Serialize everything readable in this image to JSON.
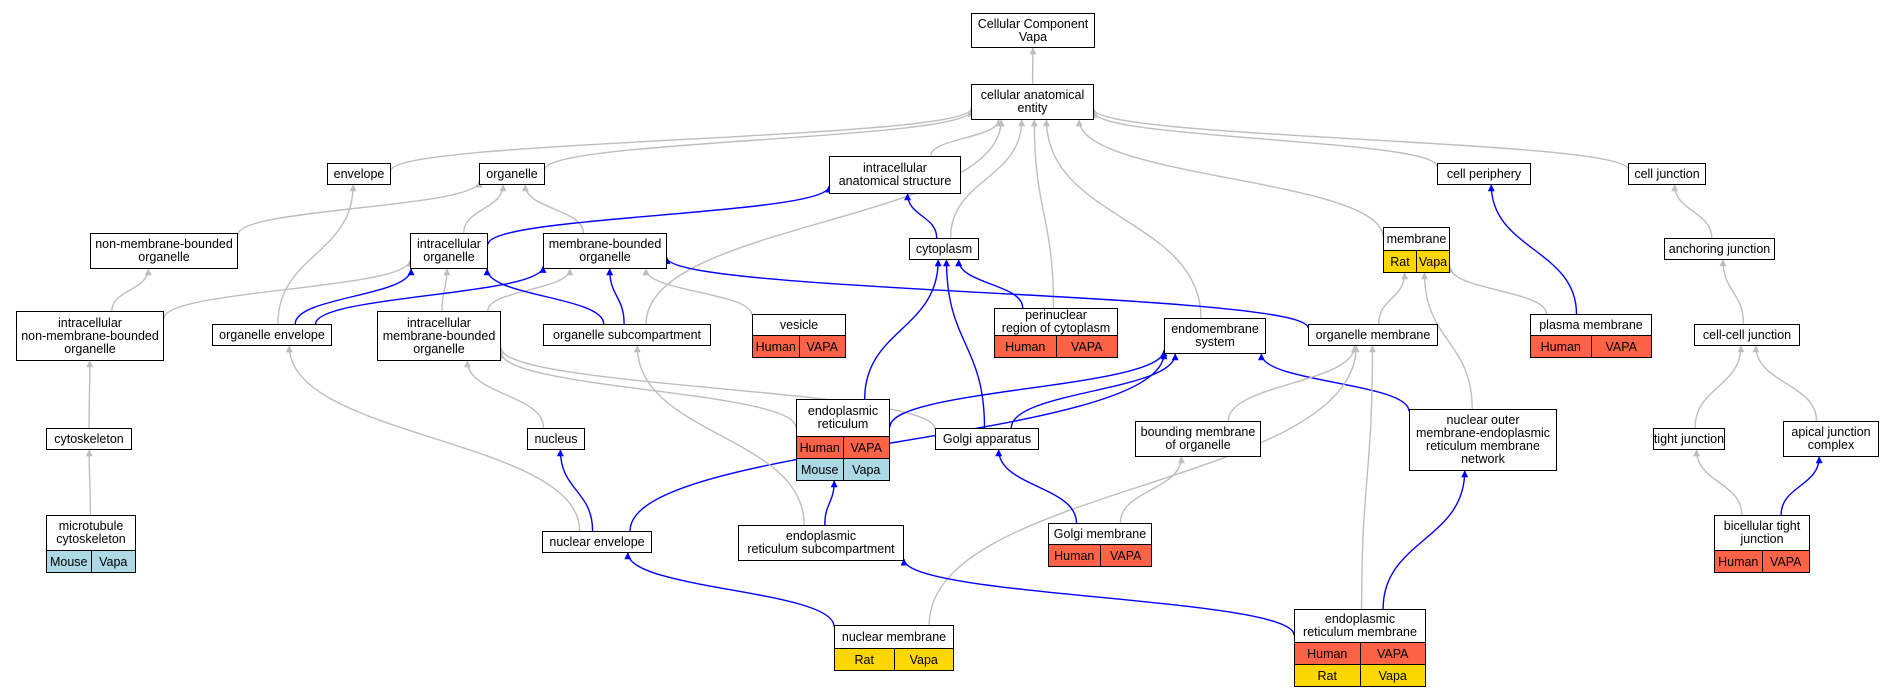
{
  "colors": {
    "human": "#ff6347",
    "mouse": "#add8e6",
    "rat": "#ffd700",
    "is_a_edge": "#bebebe",
    "part_of_edge": "#0000ff",
    "node_border": "#000000"
  },
  "nodes": [
    {
      "id": "root",
      "lines": [
        "Cellular Component",
        "Vapa"
      ]
    },
    {
      "id": "cae",
      "lines": [
        "cellular anatomical",
        "entity"
      ]
    },
    {
      "id": "envelope",
      "lines": [
        "envelope"
      ]
    },
    {
      "id": "organelle",
      "lines": [
        "organelle"
      ]
    },
    {
      "id": "ias",
      "lines": [
        "intracellular",
        "anatomical structure"
      ]
    },
    {
      "id": "cellperiph",
      "lines": [
        "cell periphery"
      ]
    },
    {
      "id": "celljunc",
      "lines": [
        "cell junction"
      ]
    },
    {
      "id": "nmbo",
      "lines": [
        "non-membrane-bounded",
        "organelle"
      ]
    },
    {
      "id": "io",
      "lines": [
        "intracellular",
        "organelle"
      ]
    },
    {
      "id": "mbo",
      "lines": [
        "membrane-bounded",
        "organelle"
      ]
    },
    {
      "id": "cytoplasm",
      "lines": [
        "cytoplasm"
      ]
    },
    {
      "id": "membrane",
      "lines": [
        "membrane"
      ],
      "annotations": [
        [
          {
            "text": "Rat",
            "species": "rat"
          },
          {
            "text": "Vapa",
            "species": "rat"
          }
        ]
      ]
    },
    {
      "id": "anchjunc",
      "lines": [
        "anchoring junction"
      ]
    },
    {
      "id": "inmbo",
      "lines": [
        "intracellular",
        "non-membrane-bounded",
        "organelle"
      ]
    },
    {
      "id": "orgenv",
      "lines": [
        "organelle envelope"
      ]
    },
    {
      "id": "imbo",
      "lines": [
        "intracellular",
        "membrane-bounded",
        "organelle"
      ]
    },
    {
      "id": "orgsub",
      "lines": [
        "organelle subcompartment"
      ]
    },
    {
      "id": "vesicle",
      "lines": [
        "vesicle"
      ],
      "annotations": [
        [
          {
            "text": "Human",
            "species": "human"
          },
          {
            "text": "VAPA",
            "species": "human"
          }
        ]
      ]
    },
    {
      "id": "perinuc",
      "lines": [
        "perinuclear",
        "region of cytoplasm"
      ],
      "annotations": [
        [
          {
            "text": "Human",
            "species": "human"
          },
          {
            "text": "VAPA",
            "species": "human"
          }
        ]
      ]
    },
    {
      "id": "endomem",
      "lines": [
        "endomembrane",
        "system"
      ]
    },
    {
      "id": "orgmem",
      "lines": [
        "organelle membrane"
      ]
    },
    {
      "id": "plasmamem",
      "lines": [
        "plasma membrane"
      ],
      "annotations": [
        [
          {
            "text": "Human",
            "species": "human"
          },
          {
            "text": "VAPA",
            "species": "human"
          }
        ]
      ]
    },
    {
      "id": "celljunc2",
      "lines": [
        "cell-cell junction"
      ]
    },
    {
      "id": "cytoskel",
      "lines": [
        "cytoskeleton"
      ]
    },
    {
      "id": "nucleus",
      "lines": [
        "nucleus"
      ]
    },
    {
      "id": "er",
      "lines": [
        "endoplasmic",
        "reticulum"
      ],
      "annotations": [
        [
          {
            "text": "Human",
            "species": "human"
          },
          {
            "text": "VAPA",
            "species": "human"
          }
        ],
        [
          {
            "text": "Mouse",
            "species": "mouse"
          },
          {
            "text": "Vapa",
            "species": "mouse"
          }
        ]
      ]
    },
    {
      "id": "golgi",
      "lines": [
        "Golgi apparatus"
      ]
    },
    {
      "id": "bmo",
      "lines": [
        "bounding membrane",
        "of organelle"
      ]
    },
    {
      "id": "noer",
      "lines": [
        "nuclear outer",
        "membrane-endoplasmic",
        "reticulum membrane",
        "network"
      ]
    },
    {
      "id": "tightj",
      "lines": [
        "tight junction"
      ]
    },
    {
      "id": "apical",
      "lines": [
        "apical junction",
        "complex"
      ]
    },
    {
      "id": "mtcyto",
      "lines": [
        "microtubule",
        "cytoskeleton"
      ],
      "annotations": [
        [
          {
            "text": "Mouse",
            "species": "mouse"
          },
          {
            "text": "Vapa",
            "species": "mouse"
          }
        ]
      ]
    },
    {
      "id": "nucenv",
      "lines": [
        "nuclear envelope"
      ]
    },
    {
      "id": "ersub",
      "lines": [
        "endoplasmic",
        "reticulum subcompartment"
      ]
    },
    {
      "id": "golgimem",
      "lines": [
        "Golgi membrane"
      ],
      "annotations": [
        [
          {
            "text": "Human",
            "species": "human"
          },
          {
            "text": "VAPA",
            "species": "human"
          }
        ]
      ]
    },
    {
      "id": "bicell",
      "lines": [
        "bicellular tight",
        "junction"
      ],
      "annotations": [
        [
          {
            "text": "Human",
            "species": "human"
          },
          {
            "text": "VAPA",
            "species": "human"
          }
        ]
      ]
    },
    {
      "id": "nucmem",
      "lines": [
        "nuclear membrane"
      ],
      "annotations": [
        [
          {
            "text": "Rat",
            "species": "rat"
          },
          {
            "text": "Vapa",
            "species": "rat"
          }
        ]
      ]
    },
    {
      "id": "ermem",
      "lines": [
        "endoplasmic",
        "reticulum membrane"
      ],
      "annotations": [
        [
          {
            "text": "Human",
            "species": "human"
          },
          {
            "text": "VAPA",
            "species": "human"
          }
        ],
        [
          {
            "text": "Rat",
            "species": "rat"
          },
          {
            "text": "Vapa",
            "species": "rat"
          }
        ]
      ]
    }
  ],
  "edges": [
    {
      "from": "cae",
      "to": "root",
      "type": "is_a"
    },
    {
      "from": "envelope",
      "to": "cae",
      "type": "is_a"
    },
    {
      "from": "organelle",
      "to": "cae",
      "type": "is_a"
    },
    {
      "from": "ias",
      "to": "cae",
      "type": "is_a"
    },
    {
      "from": "cellperiph",
      "to": "cae",
      "type": "is_a"
    },
    {
      "from": "celljunc",
      "to": "cae",
      "type": "is_a"
    },
    {
      "from": "cytoplasm",
      "to": "cae",
      "type": "is_a"
    },
    {
      "from": "perinuc",
      "to": "cae",
      "type": "is_a"
    },
    {
      "from": "endomem",
      "to": "cae",
      "type": "is_a"
    },
    {
      "from": "membrane",
      "to": "cae",
      "type": "is_a"
    },
    {
      "from": "orgsub",
      "to": "cae",
      "type": "is_a"
    },
    {
      "from": "nmbo",
      "to": "organelle",
      "type": "is_a"
    },
    {
      "from": "io",
      "to": "organelle",
      "type": "is_a"
    },
    {
      "from": "mbo",
      "to": "organelle",
      "type": "is_a"
    },
    {
      "from": "io",
      "to": "ias",
      "type": "part_of"
    },
    {
      "from": "cytoplasm",
      "to": "ias",
      "type": "part_of"
    },
    {
      "from": "plasmamem",
      "to": "cellperiph",
      "type": "part_of"
    },
    {
      "from": "anchjunc",
      "to": "celljunc",
      "type": "is_a"
    },
    {
      "from": "inmbo",
      "to": "nmbo",
      "type": "is_a"
    },
    {
      "from": "inmbo",
      "to": "io",
      "type": "is_a"
    },
    {
      "from": "imbo",
      "to": "io",
      "type": "is_a"
    },
    {
      "from": "imbo",
      "to": "mbo",
      "type": "is_a"
    },
    {
      "from": "orgenv",
      "to": "envelope",
      "type": "is_a"
    },
    {
      "from": "orgenv",
      "to": "io",
      "type": "part_of"
    },
    {
      "from": "orgenv",
      "to": "mbo",
      "type": "part_of"
    },
    {
      "from": "orgsub",
      "to": "io",
      "type": "part_of"
    },
    {
      "from": "orgsub",
      "to": "mbo",
      "type": "part_of"
    },
    {
      "from": "vesicle",
      "to": "mbo",
      "type": "is_a"
    },
    {
      "from": "orgmem",
      "to": "mbo",
      "type": "part_of"
    },
    {
      "from": "perinuc",
      "to": "cytoplasm",
      "type": "part_of"
    },
    {
      "from": "er",
      "to": "cytoplasm",
      "type": "part_of"
    },
    {
      "from": "golgi",
      "to": "cytoplasm",
      "type": "part_of"
    },
    {
      "from": "orgmem",
      "to": "membrane",
      "type": "is_a"
    },
    {
      "from": "plasmamem",
      "to": "membrane",
      "type": "is_a"
    },
    {
      "from": "noer",
      "to": "membrane",
      "type": "is_a"
    },
    {
      "from": "celljunc2",
      "to": "anchjunc",
      "type": "is_a"
    },
    {
      "from": "cytoskel",
      "to": "inmbo",
      "type": "is_a"
    },
    {
      "from": "mtcyto",
      "to": "cytoskel",
      "type": "is_a"
    },
    {
      "from": "nucleus",
      "to": "imbo",
      "type": "is_a"
    },
    {
      "from": "er",
      "to": "imbo",
      "type": "is_a"
    },
    {
      "from": "golgi",
      "to": "imbo",
      "type": "is_a"
    },
    {
      "from": "er",
      "to": "endomem",
      "type": "part_of"
    },
    {
      "from": "golgi",
      "to": "endomem",
      "type": "part_of"
    },
    {
      "from": "nucenv",
      "to": "endomem",
      "type": "part_of"
    },
    {
      "from": "noer",
      "to": "endomem",
      "type": "part_of"
    },
    {
      "from": "bmo",
      "to": "orgmem",
      "type": "is_a"
    },
    {
      "from": "ermem",
      "to": "orgmem",
      "type": "is_a"
    },
    {
      "from": "nucmem",
      "to": "orgmem",
      "type": "is_a"
    },
    {
      "from": "tightj",
      "to": "celljunc2",
      "type": "is_a"
    },
    {
      "from": "apical",
      "to": "celljunc2",
      "type": "is_a"
    },
    {
      "from": "nucenv",
      "to": "orgenv",
      "type": "is_a"
    },
    {
      "from": "nucenv",
      "to": "nucleus",
      "type": "part_of"
    },
    {
      "from": "ersub",
      "to": "orgsub",
      "type": "is_a"
    },
    {
      "from": "ersub",
      "to": "er",
      "type": "part_of"
    },
    {
      "from": "golgimem",
      "to": "golgi",
      "type": "part_of"
    },
    {
      "from": "golgimem",
      "to": "bmo",
      "type": "is_a"
    },
    {
      "from": "bicell",
      "to": "tightj",
      "type": "is_a"
    },
    {
      "from": "bicell",
      "to": "apical",
      "type": "part_of"
    },
    {
      "from": "nucmem",
      "to": "nucenv",
      "type": "part_of"
    },
    {
      "from": "ermem",
      "to": "ersub",
      "type": "part_of"
    },
    {
      "from": "ermem",
      "to": "noer",
      "type": "part_of"
    }
  ]
}
